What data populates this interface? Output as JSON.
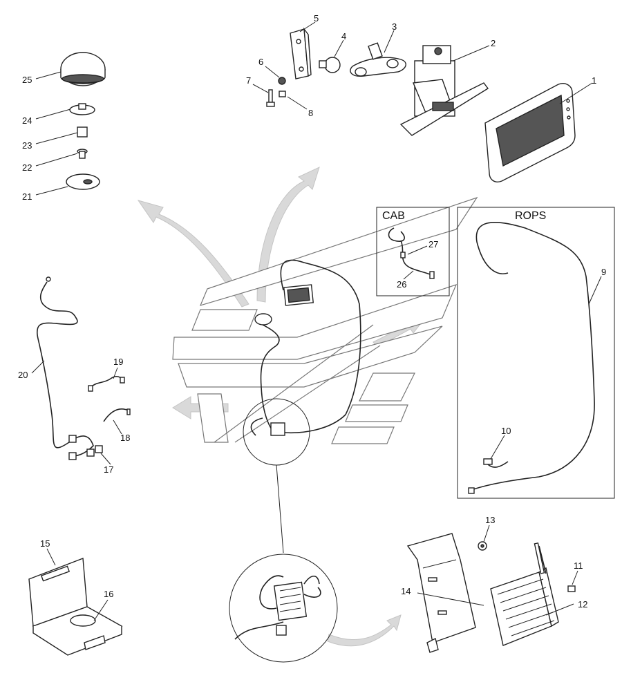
{
  "labels": {
    "cab": "CAB",
    "rops": "ROPS"
  },
  "callouts": [
    "1",
    "2",
    "3",
    "4",
    "5",
    "6",
    "7",
    "8",
    "9",
    "10",
    "11",
    "12",
    "13",
    "14",
    "15",
    "16",
    "17",
    "18",
    "19",
    "20",
    "21",
    "22",
    "23",
    "24",
    "25",
    "26",
    "27"
  ]
}
